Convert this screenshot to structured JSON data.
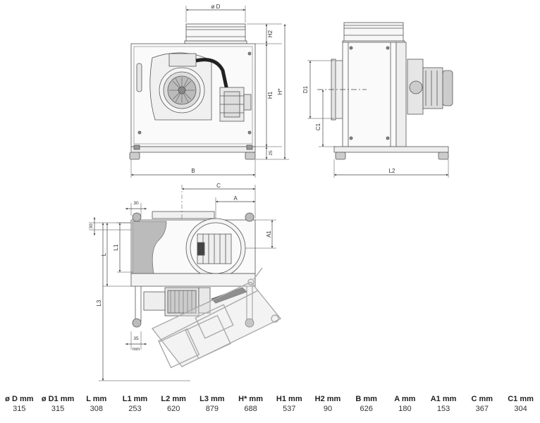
{
  "dimension_labels": {
    "phi_d": "ø D",
    "h2": "H2",
    "h1": "H1",
    "h_star": "H*",
    "h_small": "25",
    "b": "B",
    "d1": "D1",
    "c1": "C1",
    "l2": "L2",
    "c": "C",
    "a": "A",
    "a1": "A1",
    "w30": "30",
    "v30": "30",
    "l": "L",
    "l1": "L1",
    "l3": "L3",
    "w35": "35",
    "mm": "mm"
  },
  "table": {
    "headers": [
      "ø D mm",
      "ø D1 mm",
      "L mm",
      "L1 mm",
      "L2 mm",
      "L3 mm",
      "H* mm",
      "H1 mm",
      "H2 mm",
      "B mm",
      "A mm",
      "A1 mm",
      "C mm",
      "C1 mm"
    ],
    "values": [
      "315",
      "315",
      "308",
      "253",
      "620",
      "879",
      "688",
      "537",
      "90",
      "626",
      "180",
      "153",
      "367",
      "304"
    ]
  }
}
